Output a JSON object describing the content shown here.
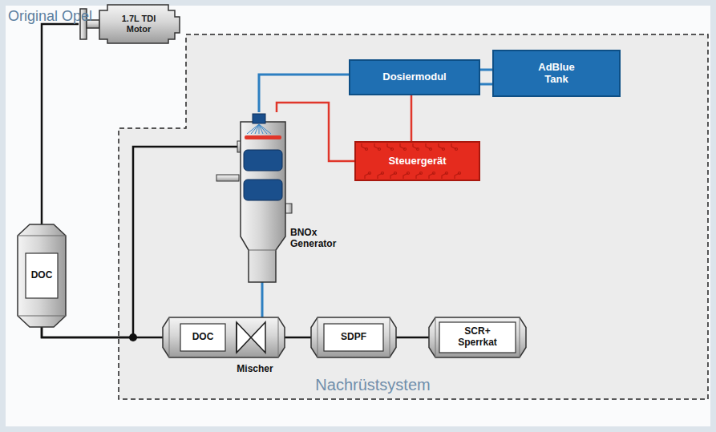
{
  "diagram": {
    "nodes": [
      {
        "text": [
          "1.7L TDI Motor"
        ]
      },
      {
        "text": [
          "DOC"
        ]
      },
      {
        "text": [
          "Nachrüstsystem"
        ]
      },
      {
        "text": [
          "BNOx Generator"
        ],
        "in": 2
      },
      {
        "text": [
          "Dosiermodul"
        ],
        "in": 2
      },
      {
        "text": [
          "AdBlue Tank"
        ],
        "in": 2
      },
      {
        "text": [
          "Steuergerät"
        ],
        "in": 2
      },
      {
        "text": [
          "DOC",
          "Mischer"
        ],
        "in": 2
      },
      {
        "text": [
          "SDPF"
        ],
        "in": 2
      },
      {
        "text": [
          "SCR+ Sperrkat"
        ],
        "in": 2
      }
    ],
    "edges": [
      {
        "from": 0,
        "to": 1,
        "arrow": "none"
      },
      {
        "from": 1,
        "to": 7,
        "arrow": "none"
      },
      {
        "from": 1,
        "to": 3,
        "arrow": "none"
      },
      {
        "from": 3,
        "to": 7,
        "arrow": "none"
      },
      {
        "from": 4,
        "to": 3,
        "arrow": "none"
      },
      {
        "from": 4,
        "to": 5,
        "arrow": "none"
      },
      {
        "from": 4,
        "to": 5,
        "arrow": "none"
      },
      {
        "from": 6,
        "to": 4,
        "arrow": "none"
      },
      {
        "from": 6,
        "to": 3,
        "arrow": "none"
      },
      {
        "from": 7,
        "to": 8,
        "arrow": "none"
      },
      {
        "from": 8,
        "to": 9,
        "arrow": "none"
      }
    ],
    "labels": [
      "Original Opel"
    ]
  }
}
